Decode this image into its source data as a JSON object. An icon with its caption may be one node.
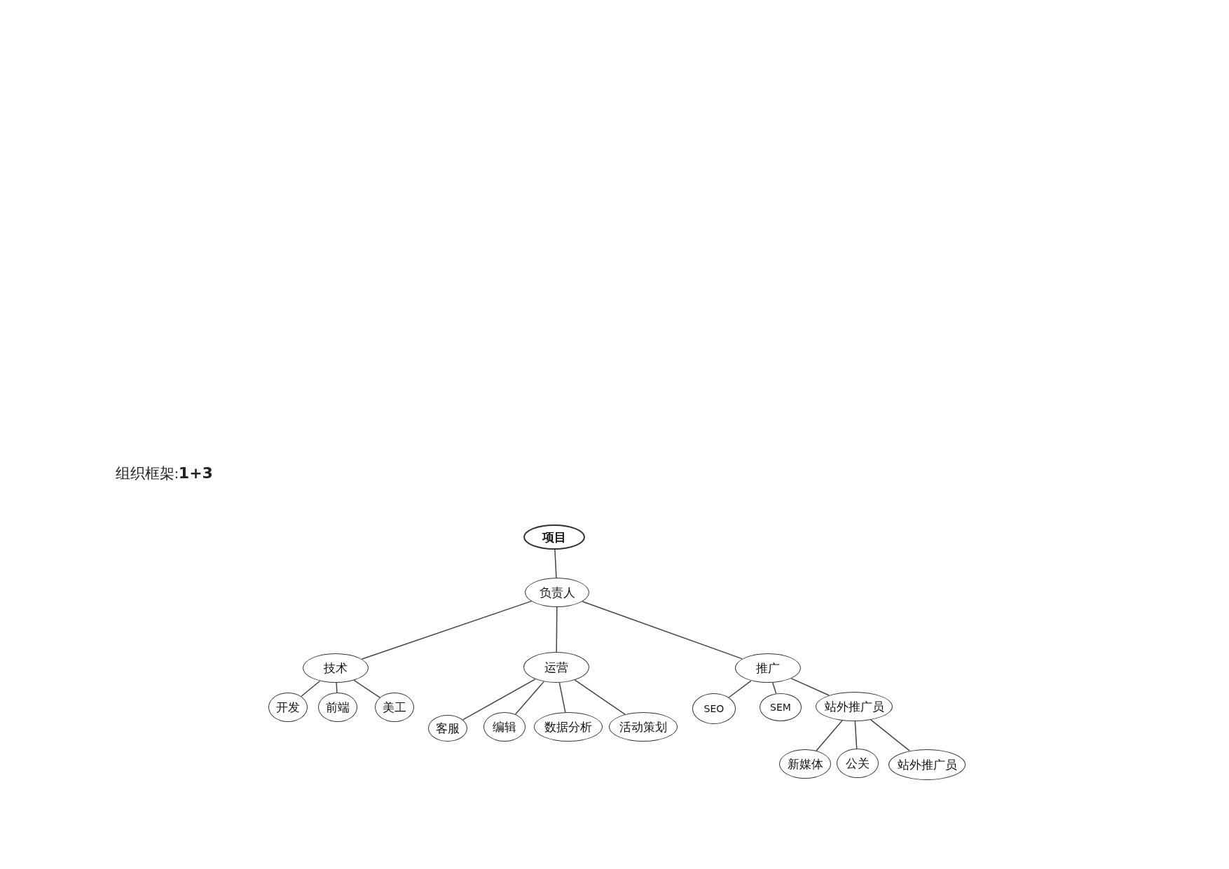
{
  "diagram": {
    "title": "组织框架:**1+3**",
    "nodes": [
      {
        "text": [
          "项目"
        ]
      },
      {
        "text": [
          "负责人"
        ]
      },
      {
        "text": [
          "技术"
        ]
      },
      {
        "text": [
          "运营"
        ]
      },
      {
        "text": [
          "推广"
        ]
      },
      {
        "text": [
          "开发"
        ]
      },
      {
        "text": [
          "前端"
        ]
      },
      {
        "text": [
          "美工"
        ]
      },
      {
        "text": [
          "客服"
        ]
      },
      {
        "text": [
          "编辑"
        ]
      },
      {
        "text": [
          "数据分析"
        ]
      },
      {
        "text": [
          "活动策划"
        ]
      },
      {
        "text": [
          "SEO"
        ]
      },
      {
        "text": [
          "SEM"
        ]
      },
      {
        "text": [
          "站外推广员"
        ]
      },
      {
        "text": [
          "新媒体"
        ]
      },
      {
        "text": [
          "公关"
        ]
      },
      {
        "text": [
          "站外推广员"
        ]
      }
    ],
    "edges": [
      {
        "from": 0,
        "to": 1,
        "arrow": "none"
      },
      {
        "from": 1,
        "to": 2,
        "arrow": "none"
      },
      {
        "from": 1,
        "to": 3,
        "arrow": "none"
      },
      {
        "from": 1,
        "to": 4,
        "arrow": "none"
      },
      {
        "from": 2,
        "to": 5,
        "arrow": "none"
      },
      {
        "from": 2,
        "to": 6,
        "arrow": "none"
      },
      {
        "from": 2,
        "to": 7,
        "arrow": "none"
      },
      {
        "from": 3,
        "to": 8,
        "arrow": "none"
      },
      {
        "from": 3,
        "to": 9,
        "arrow": "none"
      },
      {
        "from": 3,
        "to": 10,
        "arrow": "none"
      },
      {
        "from": 3,
        "to": 11,
        "arrow": "none"
      },
      {
        "from": 4,
        "to": 12,
        "arrow": "none"
      },
      {
        "from": 4,
        "to": 13,
        "arrow": "none"
      },
      {
        "from": 4,
        "to": 14,
        "arrow": "none"
      },
      {
        "from": 14,
        "to": 15,
        "arrow": "none"
      },
      {
        "from": 14,
        "to": 16,
        "arrow": "none"
      },
      {
        "from": 14,
        "to": 17,
        "arrow": "none"
      }
    ]
  }
}
